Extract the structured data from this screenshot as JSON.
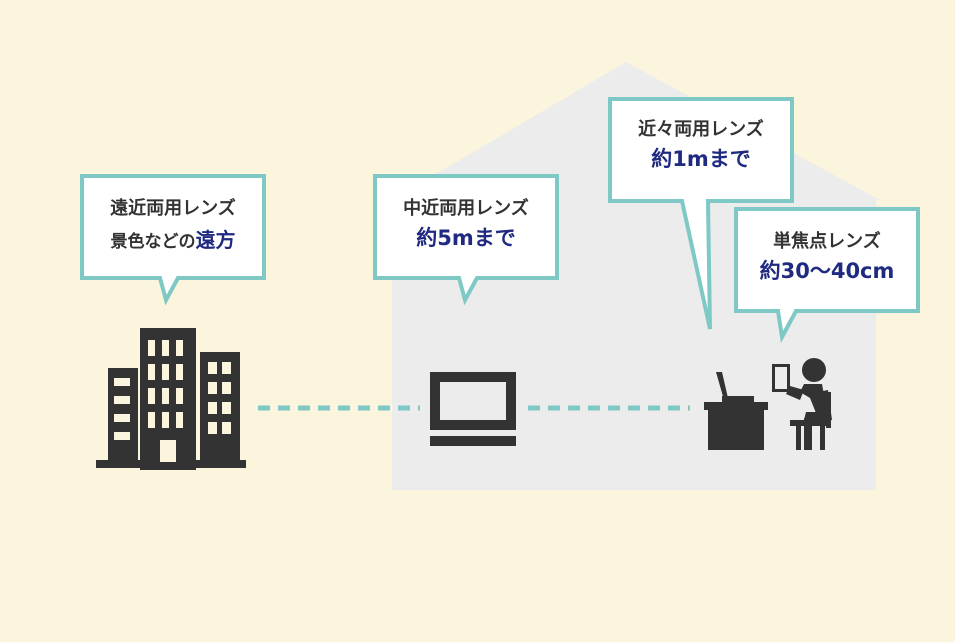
{
  "colors": {
    "background": "#faf5dc",
    "house": "#ececec",
    "bubble_border": "#7ec8c6",
    "connector": "#7ec8c6",
    "icon": "#333333",
    "text_dark": "#333333",
    "text_accent": "#1f2a80"
  },
  "icons": {
    "building": "office-building-icon",
    "monitor": "monitor-icon",
    "desk": "desk-with-laptop-icon",
    "person": "person-reading-icon"
  },
  "bubbles": {
    "far": {
      "title": "遠近両用レンズ",
      "desc_prefix": "景色などの",
      "desc_highlight": "遠方"
    },
    "mid": {
      "title": "中近両用レンズ",
      "distance": "約5mまで"
    },
    "near": {
      "title": "近々両用レンズ",
      "distance": "約1mまで"
    },
    "single": {
      "title": "単焦点レンズ",
      "distance": "約30〜40cm"
    }
  }
}
